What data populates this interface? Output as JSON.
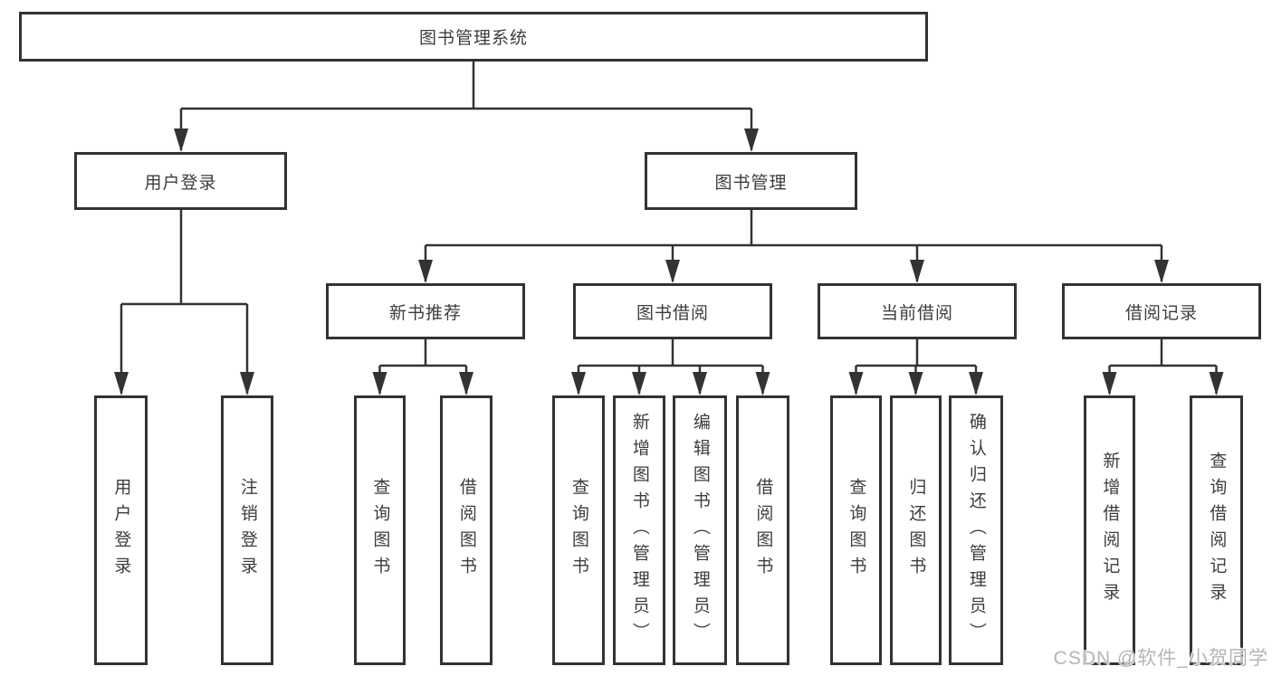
{
  "tree": {
    "root": "图书管理系统",
    "branches": [
      {
        "label": "用户登录",
        "leaves": [
          "用户登录",
          "注销登录"
        ]
      },
      {
        "label": "图书管理",
        "subbranches": [
          {
            "label": "新书推荐",
            "leaves": [
              "查询图书",
              "借阅图书"
            ]
          },
          {
            "label": "图书借阅",
            "leaves": [
              "查询图书",
              "新增图书（管理员）",
              "编辑图书（管理员）",
              "借阅图书"
            ]
          },
          {
            "label": "当前借阅",
            "leaves": [
              "查询图书",
              "归还图书",
              "确认归还（管理员）"
            ]
          },
          {
            "label": "借阅记录",
            "leaves": [
              "新增借阅记录",
              "查询借阅记录"
            ]
          }
        ]
      }
    ]
  },
  "watermark": "CSDN @软件_小贺同学",
  "colors": {
    "line": "#333333",
    "box_border": "#333333",
    "text": "#3d3d3d",
    "background": "#ffffff",
    "watermark": "#b5b5b5"
  }
}
